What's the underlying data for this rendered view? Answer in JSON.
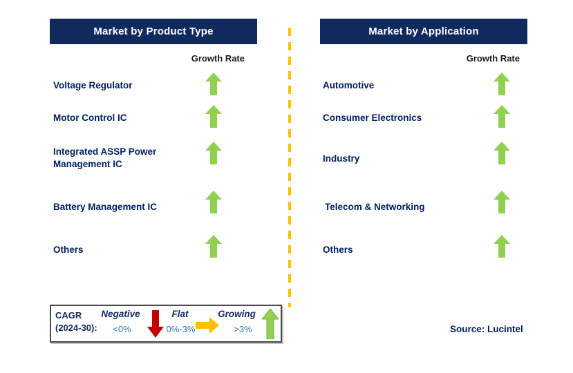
{
  "colors": {
    "header_bg": "#112A5E",
    "label_text": "#002060",
    "growth_green": "#92D050",
    "negative_red": "#C00000",
    "flat_yellow": "#FFC000",
    "divider_yellow": "#FFC000",
    "range_blue": "#2E75B6"
  },
  "left_panel": {
    "title": "Market by Product Type",
    "growth_rate_label": "Growth Rate",
    "items": [
      {
        "label": "Voltage Regulator",
        "growth": "growing"
      },
      {
        "label": "Motor Control IC",
        "growth": "growing"
      },
      {
        "label": "Integrated ASSP Power Management IC",
        "growth": "growing"
      },
      {
        "label": "Battery Management IC",
        "growth": "growing"
      },
      {
        "label": "Others",
        "growth": "growing"
      }
    ]
  },
  "right_panel": {
    "title": "Market by Application",
    "growth_rate_label": "Growth Rate",
    "items": [
      {
        "label": "Automotive",
        "growth": "growing"
      },
      {
        "label": "Consumer Electronics",
        "growth": "growing"
      },
      {
        "label": "Industry",
        "growth": "growing"
      },
      {
        "label": "Telecom & Networking",
        "growth": "growing"
      },
      {
        "label": "Others",
        "growth": "growing"
      }
    ]
  },
  "legend": {
    "title_line1": "CAGR",
    "title_line2": "(2024-30):",
    "entries": [
      {
        "label": "Negative",
        "range": "<0%",
        "arrow": "down-red-arrow"
      },
      {
        "label": "Flat",
        "range": "0%-3%",
        "arrow": "right-yellow-arrow"
      },
      {
        "label": "Growing",
        "range": ">3%",
        "arrow": "up-green-arrow"
      }
    ]
  },
  "source": "Source: Lucintel"
}
